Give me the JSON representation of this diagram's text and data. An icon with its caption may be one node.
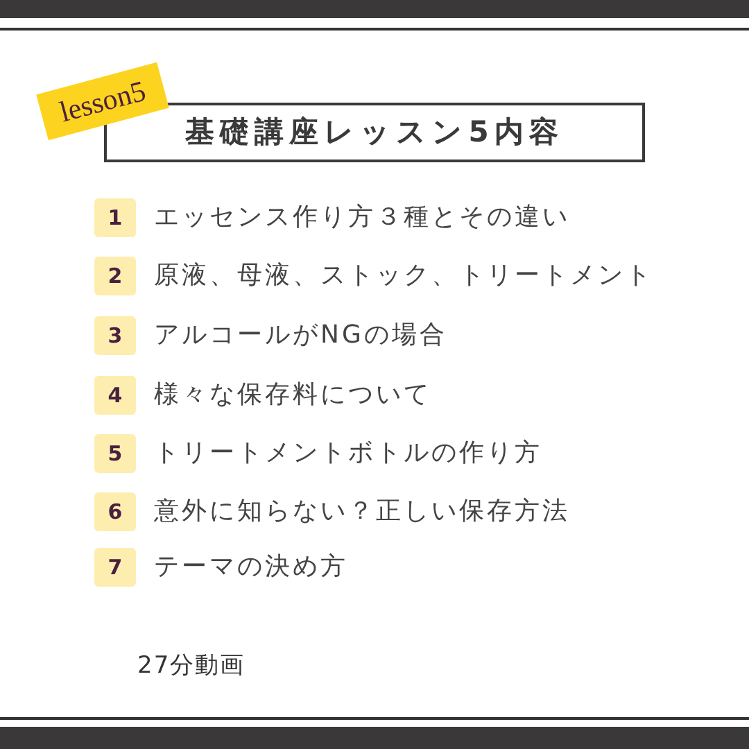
{
  "diagram": {
    "nodes": [
      {
        "text": [
          "lesson5"
        ]
      },
      {
        "text": [
          "基礎講座レッスン5内容"
        ]
      },
      {
        "text": [
          "1"
        ],
        "beside": [
          "エッセンス作り方３種とその違い"
        ]
      },
      {
        "text": [
          "2"
        ],
        "beside": [
          "原液、母液、ストック、トリートメント"
        ]
      },
      {
        "text": [
          "3"
        ],
        "beside": [
          "アルコールがNGの場合"
        ]
      },
      {
        "text": [
          "4"
        ],
        "beside": [
          "様々な保存料について"
        ]
      },
      {
        "text": [
          "5"
        ],
        "beside": [
          "トリートメントボトルの作り方"
        ]
      },
      {
        "text": [
          "6"
        ],
        "beside": [
          "意外に知らない？正しい保存方法"
        ]
      },
      {
        "text": [
          "7"
        ],
        "beside": [
          "テーマの決め方"
        ]
      }
    ],
    "labels": [
      "27分動画"
    ]
  }
}
